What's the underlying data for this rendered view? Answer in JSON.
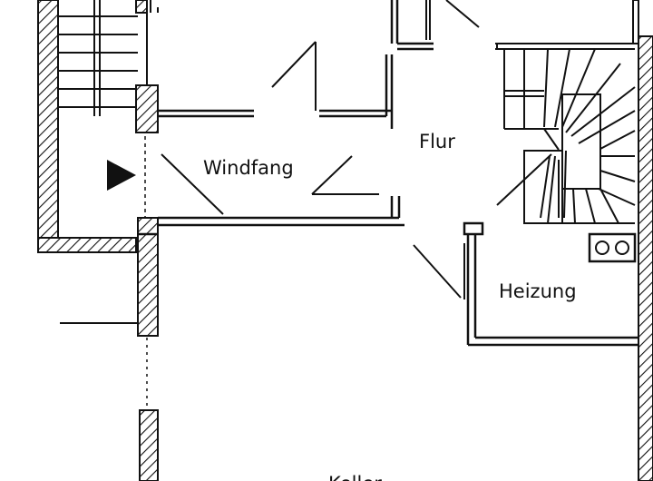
{
  "rooms": {
    "windfang": "Windfang",
    "flur": "Flur",
    "heizung": "Heizung",
    "keller": "Keller"
  },
  "colors": {
    "ink": "#111111",
    "hatch": "#111111",
    "paper": "#ffffff"
  },
  "icons": {
    "entrance": "triangle-arrow-right"
  }
}
